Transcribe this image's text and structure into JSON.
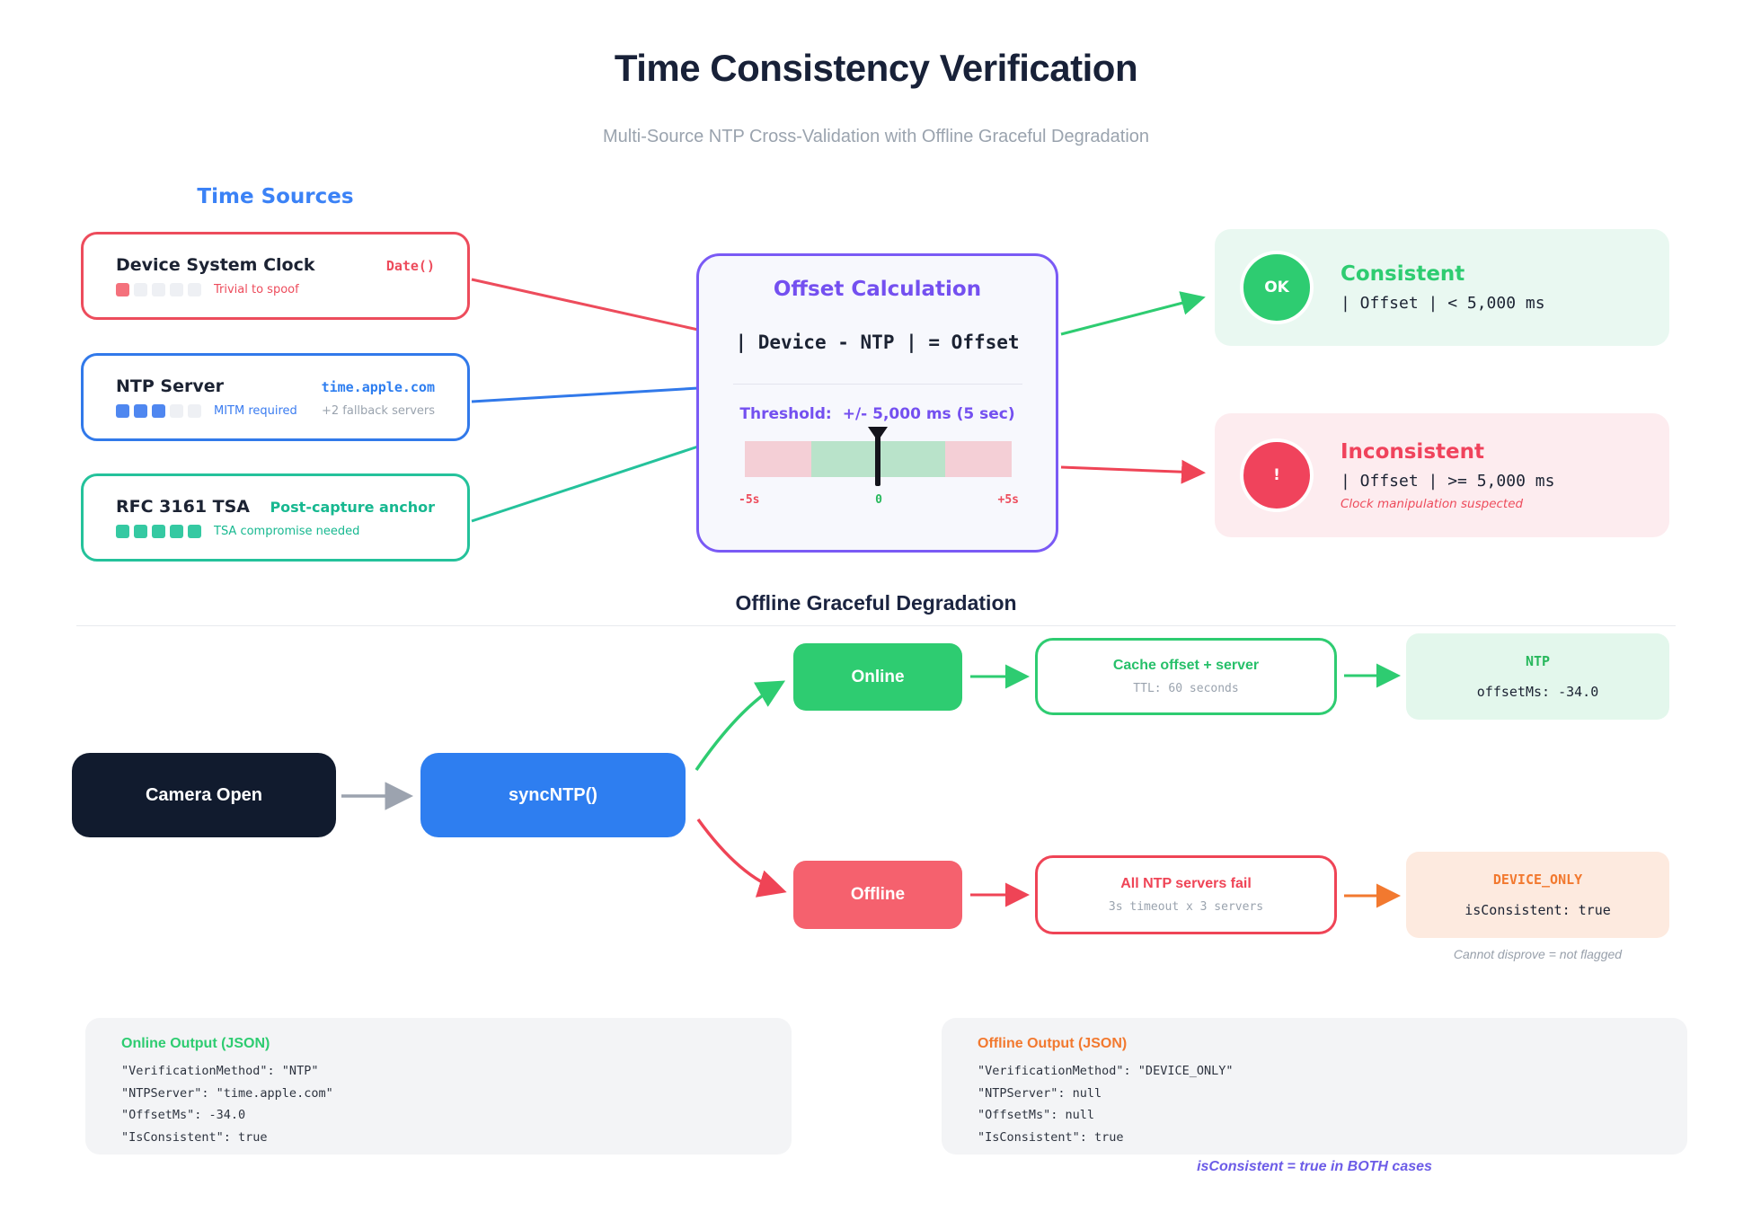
{
  "header": {
    "title": "Time Consistency Verification",
    "subtitle": "Multi-Source NTP Cross-Validation with Offline Graceful Degradation"
  },
  "time_sources": {
    "heading": "Time Sources",
    "cards": [
      {
        "title": "Device System Clock",
        "tag": "Date()",
        "pips_filled": 1,
        "pips_total": 5,
        "note": "Trivial to spoof"
      },
      {
        "title": "NTP Server",
        "tag": "time.apple.com",
        "pips_filled": 3,
        "pips_total": 5,
        "note": "MITM required",
        "extra": "+2 fallback servers"
      },
      {
        "title": "RFC 3161 TSA",
        "tag": "Post-capture anchor",
        "pips_filled": 5,
        "pips_total": 5,
        "note": "TSA compromise needed"
      }
    ]
  },
  "offset_calculation": {
    "title": "Offset Calculation",
    "formula": "| Device - NTP | = Offset",
    "threshold_label": "Threshold:",
    "threshold_value": "+/- 5,000 ms (5 sec)",
    "scale": {
      "min": "-5s",
      "zero": "0",
      "max": "+5s"
    }
  },
  "outcomes": {
    "consistent": {
      "badge": "OK",
      "title": "Consistent",
      "condition": "| Offset | < 5,000 ms"
    },
    "inconsistent": {
      "badge": "!",
      "title": "Inconsistent",
      "condition": "| Offset | >= 5,000 ms",
      "note": "Clock manipulation suspected"
    }
  },
  "degradation": {
    "heading": "Offline Graceful Degradation",
    "camera": "Camera Open",
    "sync": "syncNTP()",
    "online_branch": {
      "state": "Online",
      "action": "Cache offset + server",
      "detail": "TTL: 60 seconds",
      "result": "NTP",
      "result_detail": "offsetMs: -34.0"
    },
    "offline_branch": {
      "state": "Offline",
      "action": "All NTP servers fail",
      "detail": "3s timeout x 3 servers",
      "result": "DEVICE_ONLY",
      "result_detail": "isConsistent: true",
      "note": "Cannot disprove = not flagged"
    }
  },
  "outputs": {
    "online": {
      "title": "Online Output (JSON)",
      "lines": [
        "\"VerificationMethod\": \"NTP\"",
        "\"NTPServer\": \"time.apple.com\"",
        "\"OffsetMs\": -34.0",
        "\"IsConsistent\": true"
      ]
    },
    "offline": {
      "title": "Offline Output (JSON)",
      "lines": [
        "\"VerificationMethod\": \"DEVICE_ONLY\"",
        "\"NTPServer\": null",
        "\"OffsetMs\": null",
        "\"IsConsistent\": true"
      ]
    },
    "footnote": "isConsistent = true in BOTH cases"
  },
  "colors": {
    "red": "#ed4c5c",
    "blue": "#2e7ef0",
    "teal": "#24c29b",
    "purple": "#7a5af5",
    "green": "#2ecc71",
    "orange": "#f2792f",
    "navy": "#1b2440"
  }
}
